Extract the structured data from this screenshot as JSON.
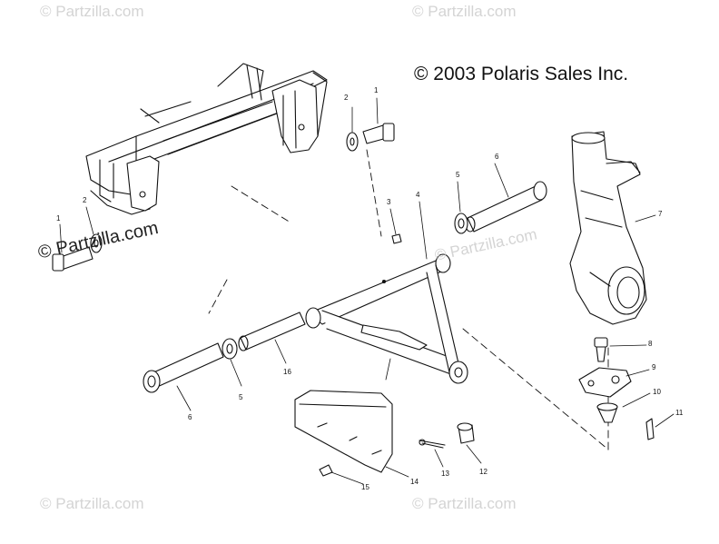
{
  "copyright": "© 2003 Polaris Sales Inc.",
  "watermark": "© Partzilla.com",
  "callouts": {
    "c1a": "1",
    "c2a": "2",
    "c1b": "1",
    "c2b": "2",
    "c3": "3",
    "c4": "4",
    "c5a": "5",
    "c6a": "6",
    "c7": "7",
    "c8": "8",
    "c9": "9",
    "c10": "10",
    "c11": "11",
    "c12": "12",
    "c13": "13",
    "c14": "14",
    "c15": "15",
    "c16": "16",
    "c5b": "5",
    "c6b": "6"
  }
}
